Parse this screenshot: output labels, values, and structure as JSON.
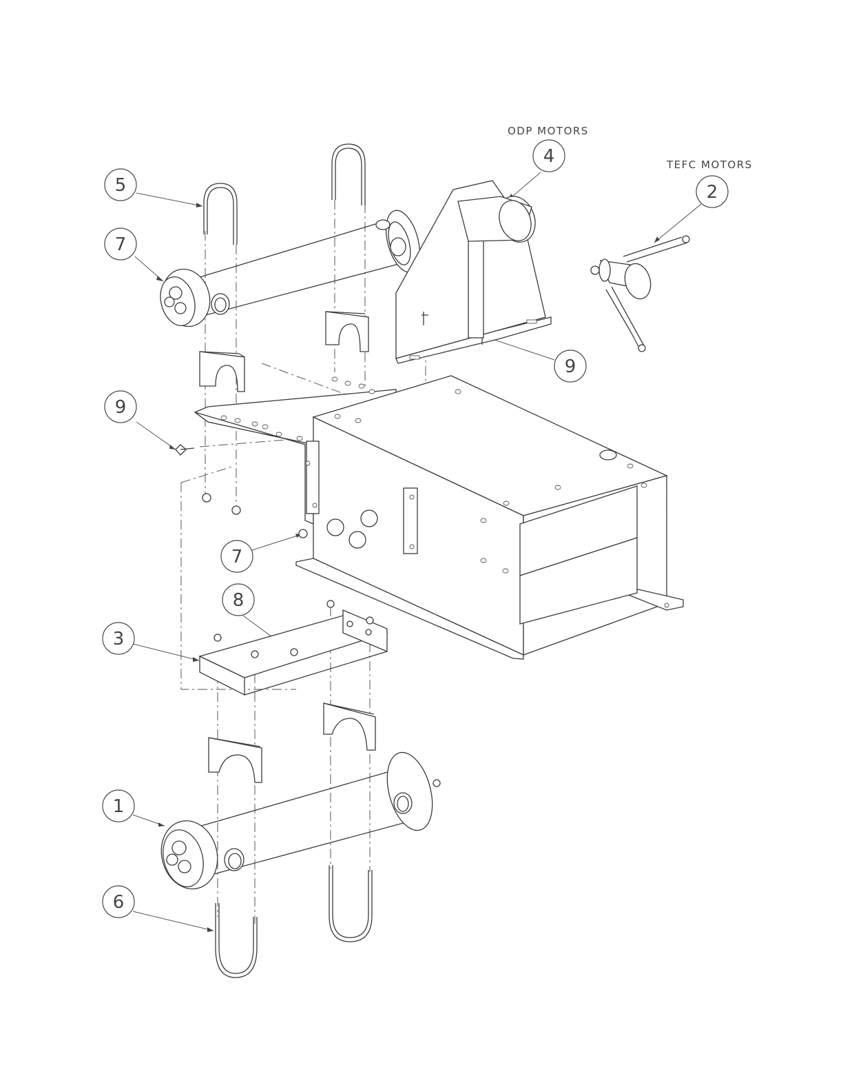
{
  "notes": {
    "odp": "ODP MOTORS",
    "tefc": "TEFC MOTORS"
  },
  "balloons": [
    {
      "id": "b5",
      "label": "5"
    },
    {
      "id": "b7a",
      "label": "7"
    },
    {
      "id": "b4",
      "label": "4"
    },
    {
      "id": "b2",
      "label": "2"
    },
    {
      "id": "b9a",
      "label": "9"
    },
    {
      "id": "b9b",
      "label": "9"
    },
    {
      "id": "b7b",
      "label": "7"
    },
    {
      "id": "b8",
      "label": "8"
    },
    {
      "id": "b3",
      "label": "3"
    },
    {
      "id": "b1",
      "label": "1"
    },
    {
      "id": "b6",
      "label": "6"
    }
  ]
}
